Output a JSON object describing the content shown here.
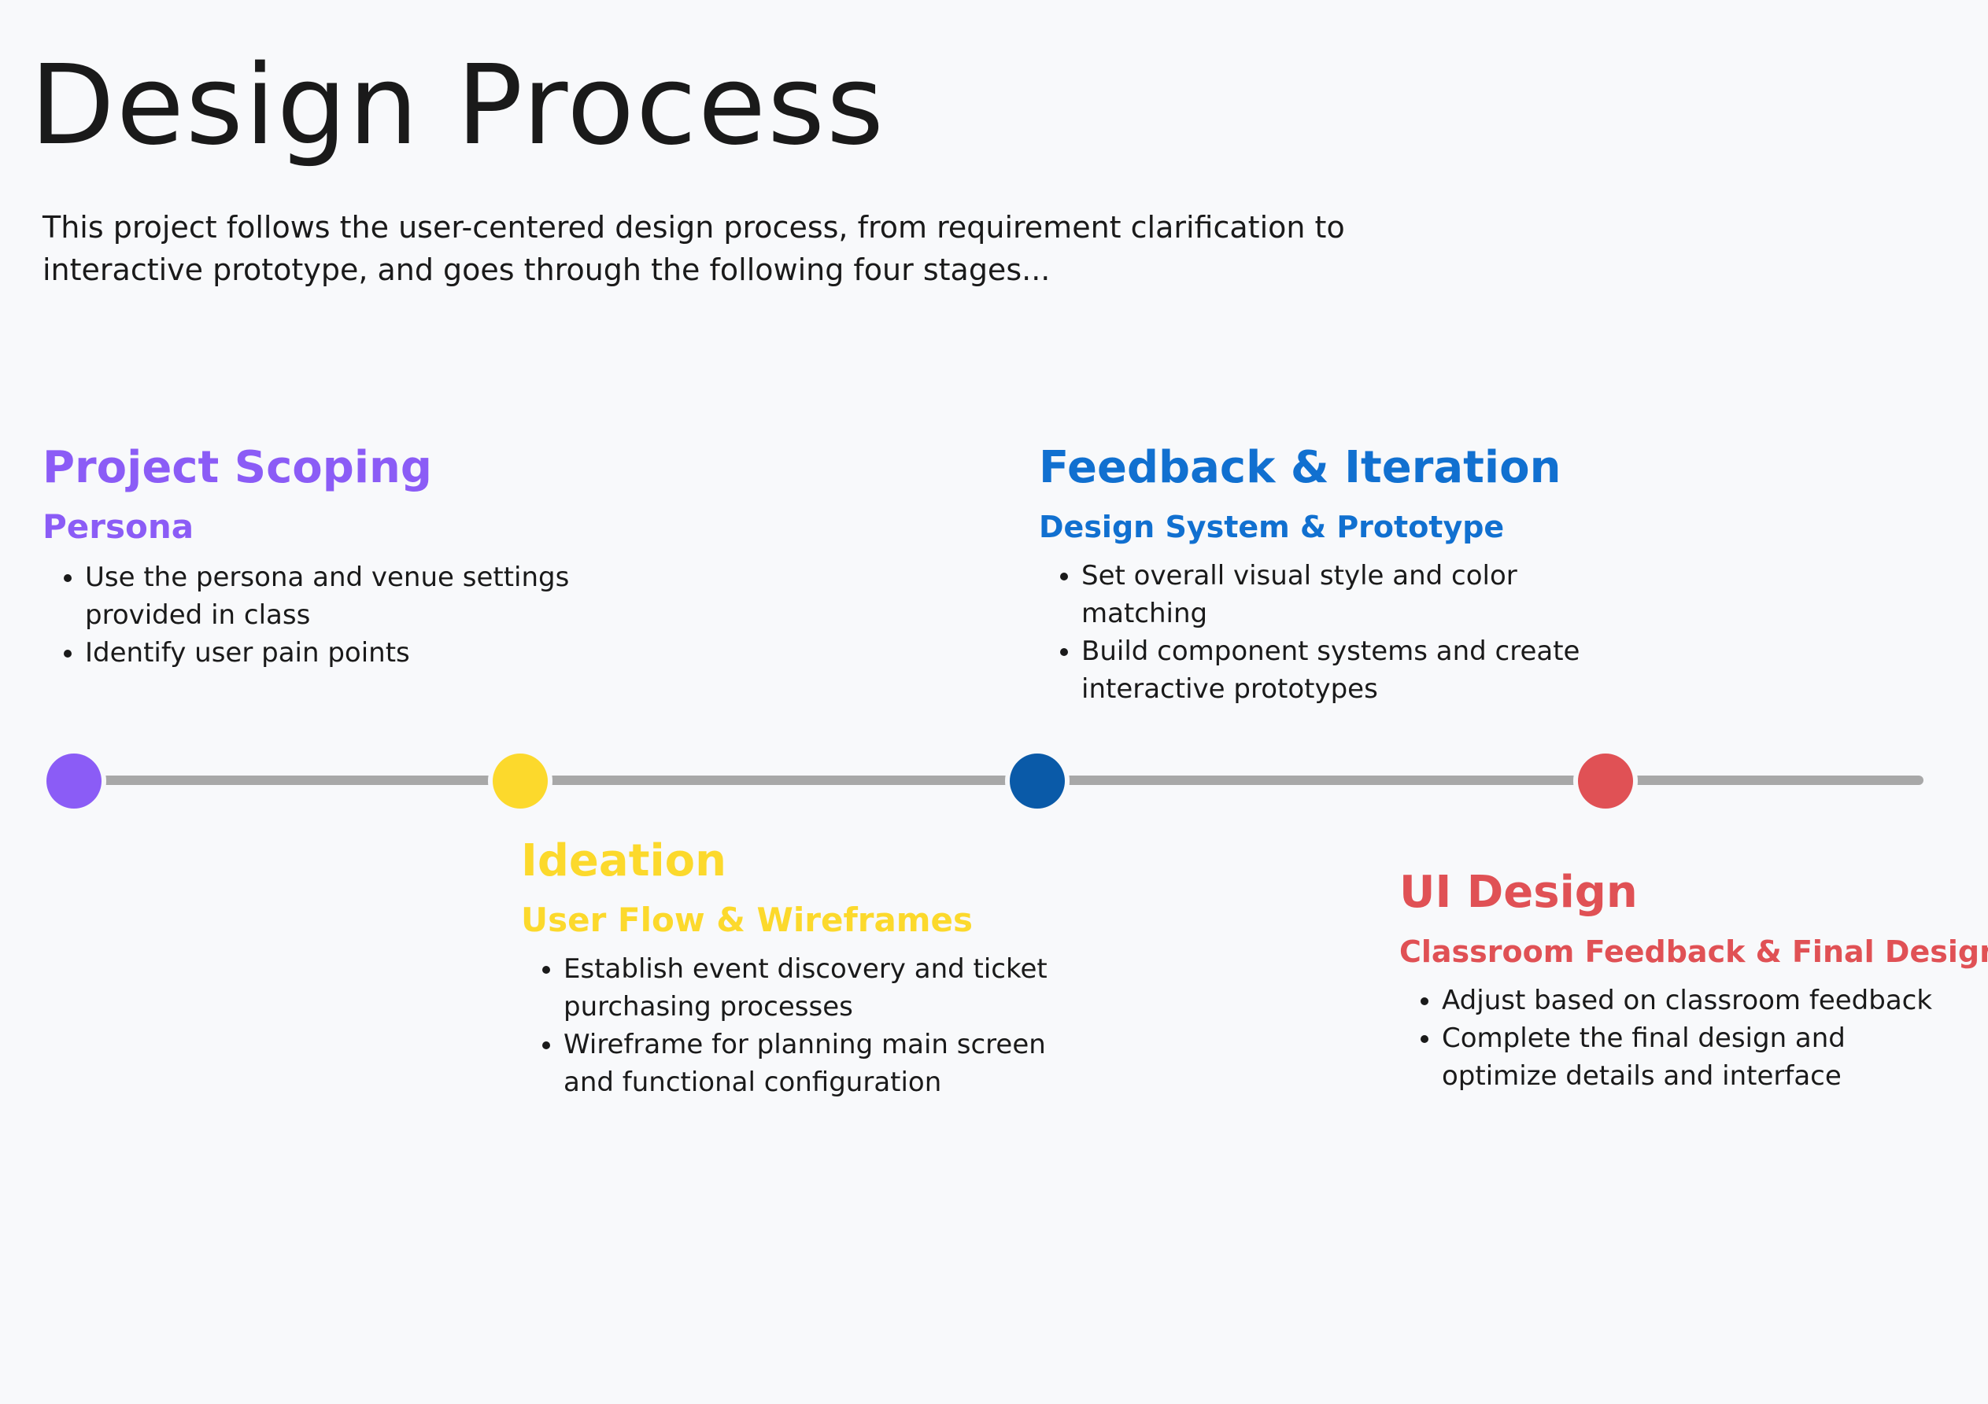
{
  "page": {
    "title": "Design Process",
    "intro": "This project follows the user-centered design process, from requirement clarification to interactive prototype, and goes through the following four stages..."
  },
  "stages": [
    {
      "title": "Project Scoping",
      "subtitle": "Persona",
      "color": "#8b5cf6",
      "items": [
        "Use the persona and venue settings provided in class",
        "Identify user pain points"
      ]
    },
    {
      "title": "Ideation",
      "subtitle": "User Flow & Wireframes",
      "color": "#fcd92c",
      "items": [
        "Establish event discovery and ticket purchasing processes",
        "Wireframe for planning main screen and functional configuration"
      ]
    },
    {
      "title": "Feedback & Iteration",
      "subtitle": "Design System & Prototype",
      "color": "#0a5aa8",
      "title_color": "#1170d0",
      "items": [
        "Set overall visual style and color matching",
        "Build component systems and create interactive prototypes"
      ]
    },
    {
      "title": "UI Design",
      "subtitle": "Classroom Feedback & Final Design",
      "color": "#e05155",
      "items": [
        "Adjust based on classroom feedback",
        "Complete the final design and optimize details and interface"
      ]
    }
  ],
  "timeline": {
    "track_color": "#a8a8a8"
  }
}
